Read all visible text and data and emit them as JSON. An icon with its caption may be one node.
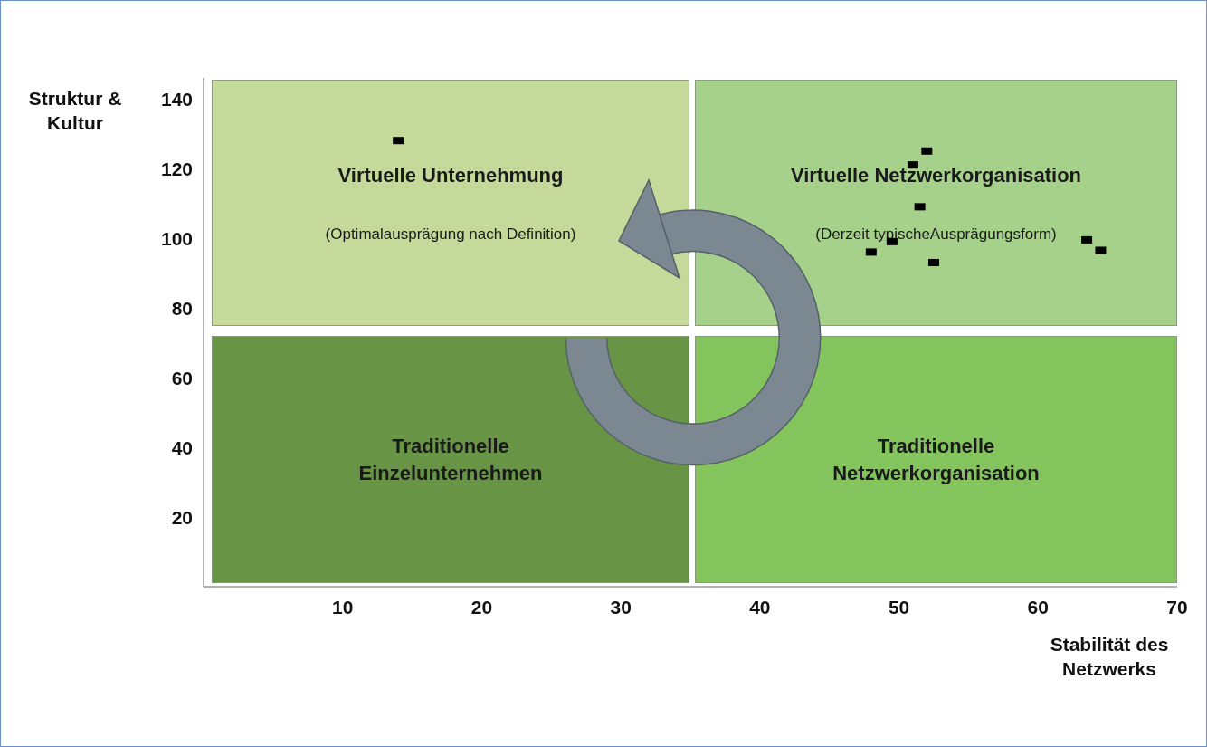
{
  "diagram": {
    "nodes": [
      {
        "text": [
          "Virtuelle Unternehmung",
          "(Optimalausprägung nach Definition)"
        ]
      },
      {
        "text": [
          "Virtuelle Netzwerkorganisation",
          "(Derzeit typischeAusprägungsform)"
        ]
      },
      {
        "text": [
          "Traditionelle Einzelunternehmen"
        ]
      },
      {
        "text": [
          "Traditionelle Netzwerkorganisation"
        ]
      }
    ],
    "edges": [],
    "chart_data": {
      "type": "scatter",
      "xlabel": "Stabilität des Netzwerks",
      "ylabel": "Struktur & Kultur",
      "x": [
        14,
        52,
        51,
        51.5,
        48,
        49.5,
        52.5,
        63.5,
        64.5
      ],
      "series": [
        {
          "color": "#000000",
          "values": [
            128,
            125,
            121,
            109,
            96,
            99,
            93,
            99.5,
            96.5
          ]
        }
      ],
      "xlim": [
        0,
        70
      ],
      "ylim": [
        0,
        146
      ],
      "xticks": [
        10,
        20,
        30,
        40,
        50,
        60,
        70
      ],
      "yticks": [
        20,
        40,
        60,
        80,
        100,
        120,
        140
      ]
    }
  }
}
